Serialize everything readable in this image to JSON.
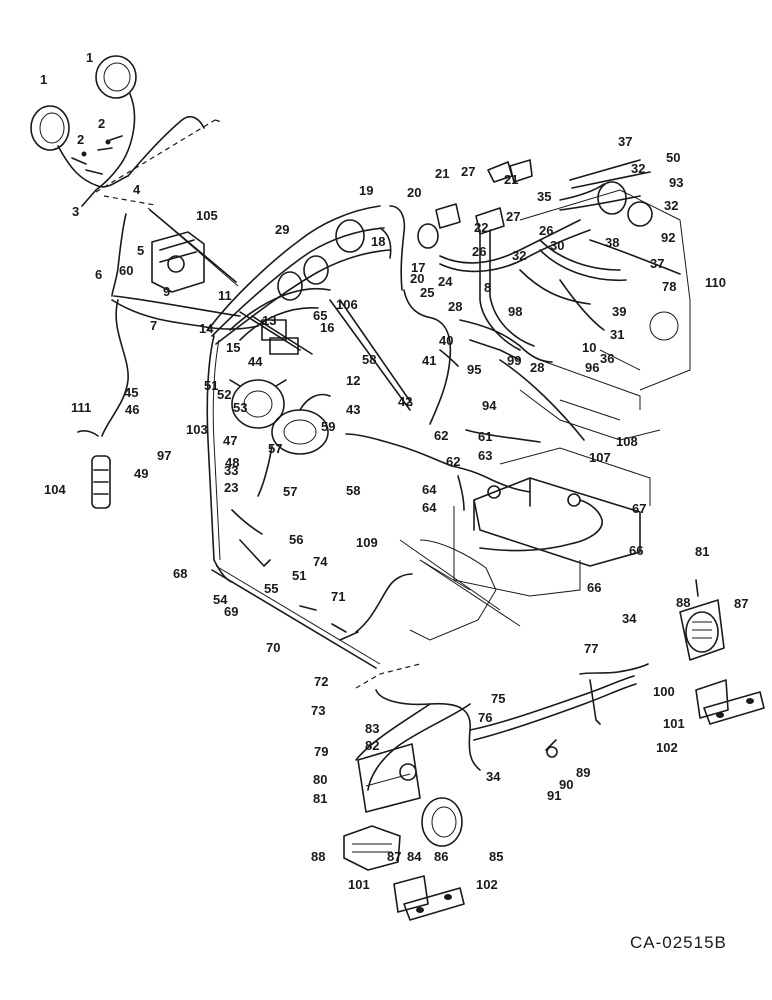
{
  "drawing_ref": "CA-02515B",
  "callouts": [
    {
      "text": "1"
    },
    {
      "text": "1"
    },
    {
      "text": "2"
    },
    {
      "text": "2"
    },
    {
      "text": "3"
    },
    {
      "text": "4"
    },
    {
      "text": "105"
    },
    {
      "text": "5"
    },
    {
      "text": "6"
    },
    {
      "text": "60"
    },
    {
      "text": "9"
    },
    {
      "text": "11"
    },
    {
      "text": "7"
    },
    {
      "text": "14"
    },
    {
      "text": "13"
    },
    {
      "text": "16"
    },
    {
      "text": "15"
    },
    {
      "text": "44"
    },
    {
      "text": "51"
    },
    {
      "text": "52"
    },
    {
      "text": "53"
    },
    {
      "text": "45"
    },
    {
      "text": "46"
    },
    {
      "text": "103"
    },
    {
      "text": "111"
    },
    {
      "text": "104"
    },
    {
      "text": "97"
    },
    {
      "text": "47"
    },
    {
      "text": "48"
    },
    {
      "text": "49"
    },
    {
      "text": "33"
    },
    {
      "text": "23"
    },
    {
      "text": "57"
    },
    {
      "text": "57"
    },
    {
      "text": "12"
    },
    {
      "text": "58"
    },
    {
      "text": "43"
    },
    {
      "text": "29"
    },
    {
      "text": "19"
    },
    {
      "text": "18"
    },
    {
      "text": "106"
    },
    {
      "text": "65"
    },
    {
      "text": "20"
    },
    {
      "text": "20"
    },
    {
      "text": "25"
    },
    {
      "text": "28"
    },
    {
      "text": "40"
    },
    {
      "text": "41"
    },
    {
      "text": "42"
    },
    {
      "text": "59"
    },
    {
      "text": "58"
    },
    {
      "text": "62"
    },
    {
      "text": "61"
    },
    {
      "text": "63"
    },
    {
      "text": "62"
    },
    {
      "text": "64"
    },
    {
      "text": "64"
    },
    {
      "text": "67"
    },
    {
      "text": "66"
    },
    {
      "text": "66"
    },
    {
      "text": "109"
    },
    {
      "text": "74"
    },
    {
      "text": "56"
    },
    {
      "text": "51"
    },
    {
      "text": "55"
    },
    {
      "text": "54"
    },
    {
      "text": "68"
    },
    {
      "text": "69"
    },
    {
      "text": "70"
    },
    {
      "text": "71"
    },
    {
      "text": "72"
    },
    {
      "text": "21"
    },
    {
      "text": "21"
    },
    {
      "text": "27"
    },
    {
      "text": "22"
    },
    {
      "text": "26"
    },
    {
      "text": "27"
    },
    {
      "text": "35"
    },
    {
      "text": "26"
    },
    {
      "text": "30"
    },
    {
      "text": "17"
    },
    {
      "text": "24"
    },
    {
      "text": "32"
    },
    {
      "text": "8"
    },
    {
      "text": "37"
    },
    {
      "text": "32"
    },
    {
      "text": "50"
    },
    {
      "text": "93"
    },
    {
      "text": "32"
    },
    {
      "text": "92"
    },
    {
      "text": "38"
    },
    {
      "text": "37"
    },
    {
      "text": "110"
    },
    {
      "text": "78"
    },
    {
      "text": "39"
    },
    {
      "text": "31"
    },
    {
      "text": "36"
    },
    {
      "text": "10"
    },
    {
      "text": "98"
    },
    {
      "text": "99"
    },
    {
      "text": "28"
    },
    {
      "text": "96"
    },
    {
      "text": "95"
    },
    {
      "text": "94"
    },
    {
      "text": "107"
    },
    {
      "text": "108"
    },
    {
      "text": "81"
    },
    {
      "text": "88"
    },
    {
      "text": "87"
    },
    {
      "text": "34"
    },
    {
      "text": "77"
    },
    {
      "text": "100"
    },
    {
      "text": "101"
    },
    {
      "text": "102"
    },
    {
      "text": "75"
    },
    {
      "text": "76"
    },
    {
      "text": "73"
    },
    {
      "text": "83"
    },
    {
      "text": "82"
    },
    {
      "text": "79"
    },
    {
      "text": "80"
    },
    {
      "text": "81"
    },
    {
      "text": "34"
    },
    {
      "text": "89"
    },
    {
      "text": "90"
    },
    {
      "text": "91"
    },
    {
      "text": "88"
    },
    {
      "text": "87"
    },
    {
      "text": "84"
    },
    {
      "text": "86"
    },
    {
      "text": "85"
    },
    {
      "text": "101"
    },
    {
      "text": "102"
    }
  ]
}
